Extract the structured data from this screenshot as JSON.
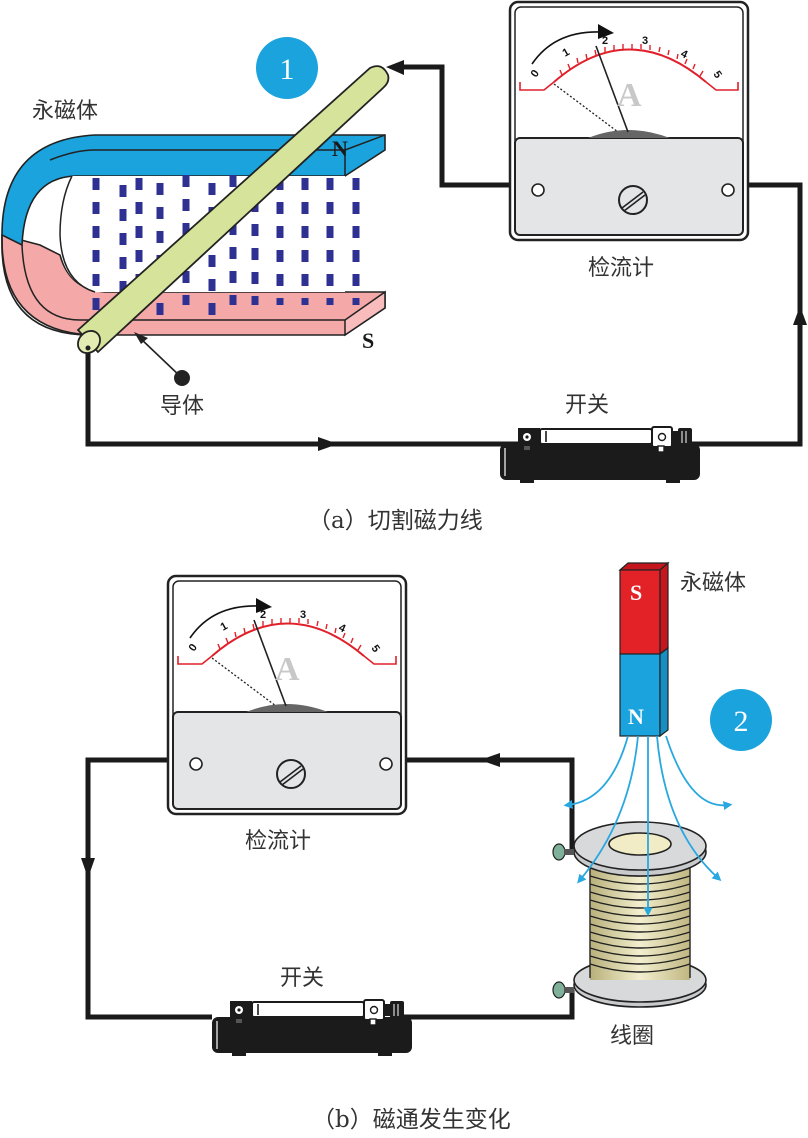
{
  "diagram_a": {
    "badge": "1",
    "magnet_label": "永磁体",
    "north_pole": "N",
    "south_pole": "S",
    "conductor_label": "导体",
    "galvanometer_label": "检流计",
    "switch_label": "开关",
    "caption": "（a）切割磁力线",
    "meter": {
      "unit": "A",
      "scale": [
        "0",
        "1",
        "2",
        "3",
        "4",
        "5"
      ],
      "needle_value": 1.5
    }
  },
  "diagram_b": {
    "badge": "2",
    "magnet_label": "永磁体",
    "north_pole": "N",
    "south_pole": "S",
    "coil_label": "线圈",
    "galvanometer_label": "检流计",
    "switch_label": "开关",
    "caption": "（b）磁通发生变化",
    "meter": {
      "unit": "A",
      "scale": [
        "0",
        "1",
        "2",
        "3",
        "4",
        "5"
      ],
      "needle_value": 1.5
    }
  },
  "colors": {
    "badge": "#1aa3dc",
    "magnet_north": "#1aa3dc",
    "magnet_south_horseshoe": "#f4a9a8",
    "magnet_south_bar": "#e32228",
    "field_lines_dashed": "#2e3192",
    "field_lines_arrows": "#29a8e0",
    "conductor": "#d6e39a",
    "meter_scale": "#e0202a",
    "meter_panel": "#e4e5e7",
    "wire": "#1a1a1a"
  }
}
